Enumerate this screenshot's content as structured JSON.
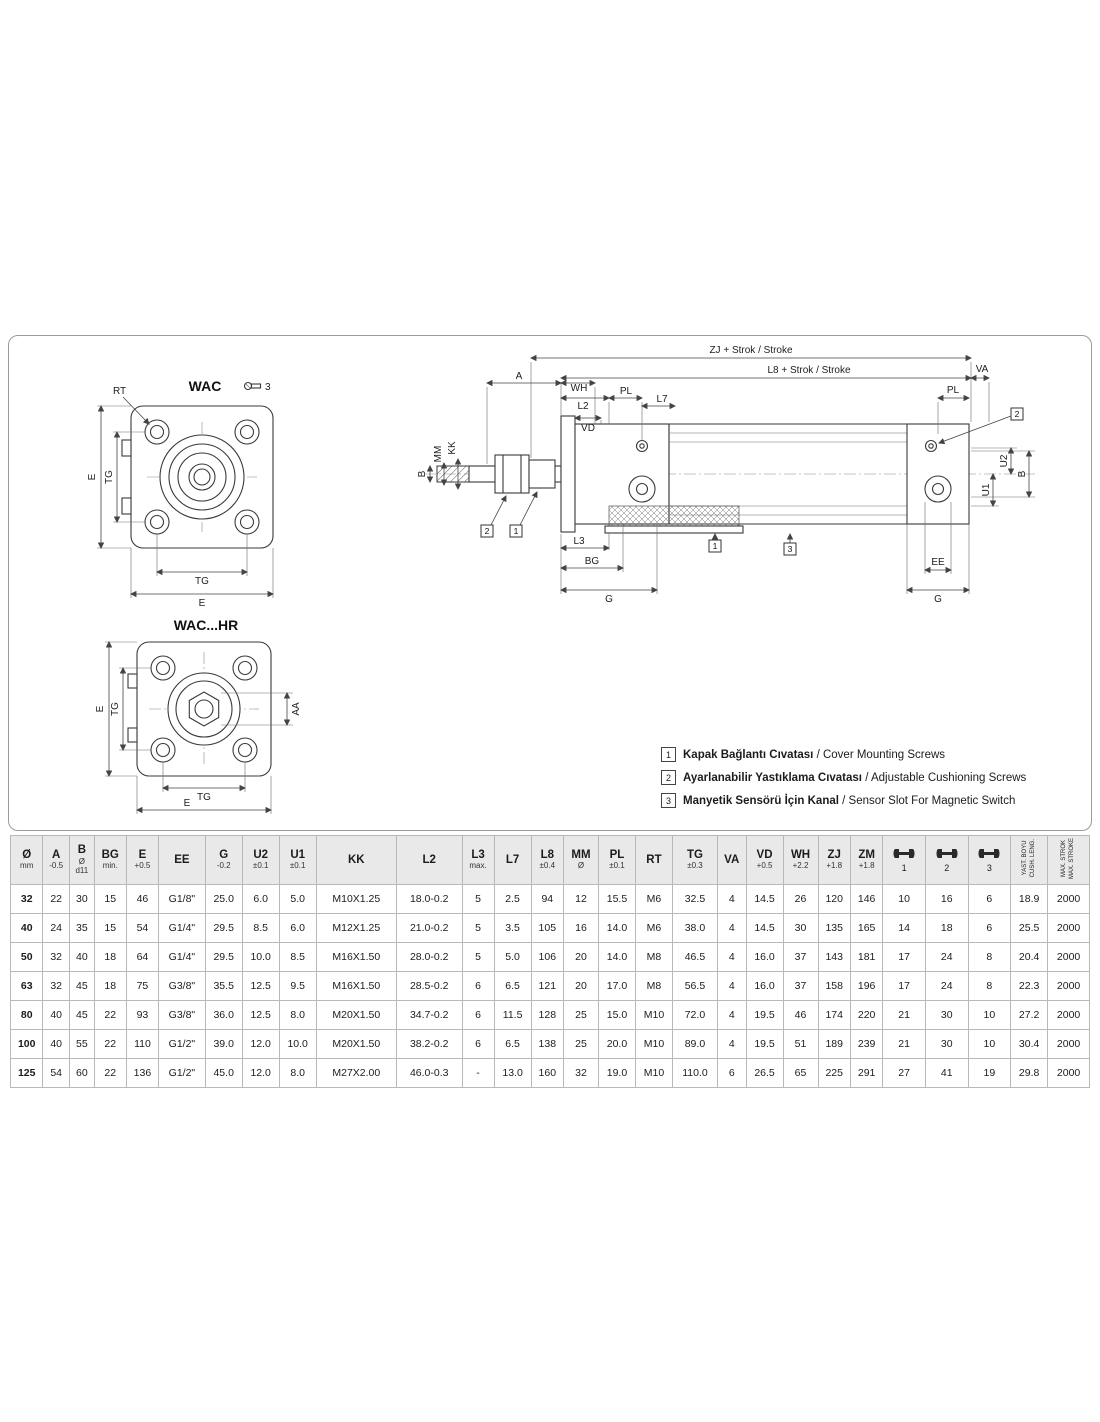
{
  "colors": {
    "panel_border": "#9b9b9b",
    "table_header_bg": "#e9e9e9",
    "table_border": "#b8b8b8",
    "line": "#3a3a3a"
  },
  "icons": {
    "wrench": "wrench-icon",
    "screw": "screw-icon"
  },
  "diagram": {
    "front_view": {
      "title": "WAC"
    },
    "front_view_hr": {
      "title": "WAC...HR"
    },
    "labels": {
      "rt": "RT",
      "e": "E",
      "tg": "TG",
      "aa": "AA",
      "zj_stroke": "ZJ + Strok / Stroke",
      "l8_stroke": "L8 + Strok / Stroke",
      "a": "A",
      "wh": "WH",
      "l2": "L2",
      "pl": "PL",
      "l7": "L7",
      "va": "VA",
      "vd": "VD",
      "b": "B",
      "mm": "MM",
      "kk": "KK",
      "u1": "U1",
      "u2": "U2",
      "l3": "L3",
      "bg": "BG",
      "g": "G",
      "ee": "EE",
      "m1": "1",
      "m2": "2",
      "m3": "3"
    },
    "legend": [
      {
        "num": "1",
        "tr": "Kapak Bağlantı Cıvatası",
        "en": " / Cover Mounting Screws"
      },
      {
        "num": "2",
        "tr": "Ayarlanabilir Yastıklama Cıvatası",
        "en": " / Adjustable Cushioning Screws"
      },
      {
        "num": "3",
        "tr": "Manyetik Sensörü İçin Kanal",
        "en": " / Sensor Slot For Magnetic Switch"
      }
    ]
  },
  "table": {
    "headers": [
      {
        "main": "Ø",
        "sub": "mm"
      },
      {
        "main": "A",
        "sub": "-0.5"
      },
      {
        "main": "B",
        "sub": "Ø\nd11"
      },
      {
        "main": "BG",
        "sub": "min."
      },
      {
        "main": "E",
        "sub": "+0.5"
      },
      {
        "main": "EE",
        "sub": ""
      },
      {
        "main": "G",
        "sub": "-0.2"
      },
      {
        "main": "U2",
        "sub": "±0.1"
      },
      {
        "main": "U1",
        "sub": "±0.1"
      },
      {
        "main": "KK",
        "sub": ""
      },
      {
        "main": "L2",
        "sub": ""
      },
      {
        "main": "L3",
        "sub": "max."
      },
      {
        "main": "L7",
        "sub": ""
      },
      {
        "main": "L8",
        "sub": "±0.4"
      },
      {
        "main": "MM",
        "sub": "Ø"
      },
      {
        "main": "PL",
        "sub": "±0.1"
      },
      {
        "main": "RT",
        "sub": ""
      },
      {
        "main": "TG",
        "sub": "±0.3"
      },
      {
        "main": "VA",
        "sub": ""
      },
      {
        "main": "VD",
        "sub": "+0.5"
      },
      {
        "main": "WH",
        "sub": "+2.2"
      },
      {
        "main": "ZJ",
        "sub": "+1.8"
      },
      {
        "main": "ZM",
        "sub": "+1.8"
      },
      {
        "type": "wrench",
        "sub": "1"
      },
      {
        "type": "wrench",
        "sub": "2"
      },
      {
        "type": "wrench",
        "sub": "3"
      },
      {
        "type": "vertical",
        "main": "YAST. BOYU\nCUSH. LENG."
      },
      {
        "type": "vertical",
        "main": "MAX. STROK\nMAX. STROKE"
      }
    ],
    "rows": [
      [
        "32",
        "22",
        "30",
        "15",
        "46",
        "G1/8\"",
        "25.0",
        "6.0",
        "5.0",
        "M10X1.25",
        "18.0-0.2",
        "5",
        "2.5",
        "94",
        "12",
        "15.5",
        "M6",
        "32.5",
        "4",
        "14.5",
        "26",
        "120",
        "146",
        "10",
        "16",
        "6",
        "18.9",
        "2000"
      ],
      [
        "40",
        "24",
        "35",
        "15",
        "54",
        "G1/4\"",
        "29.5",
        "8.5",
        "6.0",
        "M12X1.25",
        "21.0-0.2",
        "5",
        "3.5",
        "105",
        "16",
        "14.0",
        "M6",
        "38.0",
        "4",
        "14.5",
        "30",
        "135",
        "165",
        "14",
        "18",
        "6",
        "25.5",
        "2000"
      ],
      [
        "50",
        "32",
        "40",
        "18",
        "64",
        "G1/4\"",
        "29.5",
        "10.0",
        "8.5",
        "M16X1.50",
        "28.0-0.2",
        "5",
        "5.0",
        "106",
        "20",
        "14.0",
        "M8",
        "46.5",
        "4",
        "16.0",
        "37",
        "143",
        "181",
        "17",
        "24",
        "8",
        "20.4",
        "2000"
      ],
      [
        "63",
        "32",
        "45",
        "18",
        "75",
        "G3/8\"",
        "35.5",
        "12.5",
        "9.5",
        "M16X1.50",
        "28.5-0.2",
        "6",
        "6.5",
        "121",
        "20",
        "17.0",
        "M8",
        "56.5",
        "4",
        "16.0",
        "37",
        "158",
        "196",
        "17",
        "24",
        "8",
        "22.3",
        "2000"
      ],
      [
        "80",
        "40",
        "45",
        "22",
        "93",
        "G3/8\"",
        "36.0",
        "12.5",
        "8.0",
        "M20X1.50",
        "34.7-0.2",
        "6",
        "11.5",
        "128",
        "25",
        "15.0",
        "M10",
        "72.0",
        "4",
        "19.5",
        "46",
        "174",
        "220",
        "21",
        "30",
        "10",
        "27.2",
        "2000"
      ],
      [
        "100",
        "40",
        "55",
        "22",
        "110",
        "G1/2\"",
        "39.0",
        "12.0",
        "10.0",
        "M20X1.50",
        "38.2-0.2",
        "6",
        "6.5",
        "138",
        "25",
        "20.0",
        "M10",
        "89.0",
        "4",
        "19.5",
        "51",
        "189",
        "239",
        "21",
        "30",
        "10",
        "30.4",
        "2000"
      ],
      [
        "125",
        "54",
        "60",
        "22",
        "136",
        "G1/2\"",
        "45.0",
        "12.0",
        "8.0",
        "M27X2.00",
        "46.0-0.3",
        "-",
        "13.0",
        "160",
        "32",
        "19.0",
        "M10",
        "110.0",
        "6",
        "26.5",
        "65",
        "225",
        "291",
        "27",
        "41",
        "19",
        "29.8",
        "2000"
      ]
    ]
  }
}
